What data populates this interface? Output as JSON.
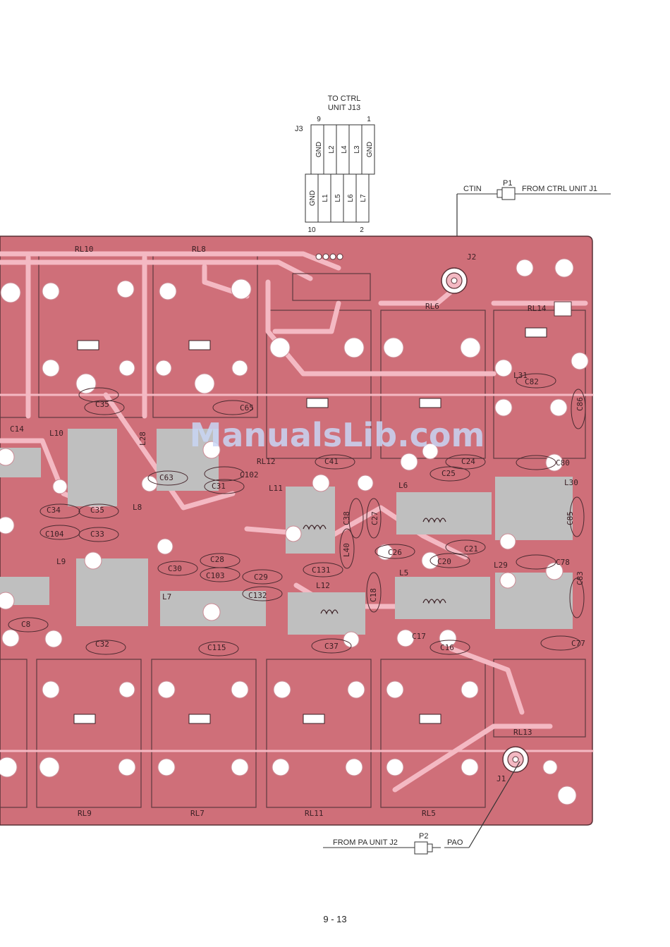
{
  "connector_j3": {
    "heading_line1": "TO CTRL",
    "heading_line2": "UNIT J13",
    "ref": "J3",
    "pin_top_left": "9",
    "pin_top_right": "1",
    "pin_bottom_left": "10",
    "pin_bottom_right": "2",
    "top_row": [
      "GND",
      "L2",
      "L4",
      "L3",
      "GND"
    ],
    "bottom_row": [
      "GND",
      "L1",
      "L5",
      "L6",
      "L7"
    ]
  },
  "connector_p1": {
    "net": "CTIN",
    "ref": "P1",
    "desc": "FROM CTRL UNIT J1"
  },
  "connector_p2": {
    "net": "PAO",
    "ref": "P2",
    "desc": "FROM PA UNIT J2"
  },
  "board_labels": {
    "j2": "J2",
    "j1": "J1",
    "relays": {
      "rl10": "RL10",
      "rl8": "RL8",
      "rl6": "RL6",
      "rl14": "RL14",
      "rl12": "RL12",
      "rl13": "RL13",
      "rl9": "RL9",
      "rl7": "RL7",
      "rl11": "RL11",
      "rl5": "RL5"
    },
    "inductors": {
      "l10": "L10",
      "l28": "L28",
      "l8": "L8",
      "l9": "L9",
      "l7": "L7",
      "l11": "L11",
      "l12": "L12",
      "l6": "L6",
      "l5": "L5",
      "l30": "L30",
      "l29": "L29",
      "l31": "L31",
      "l40": "L40"
    },
    "capacitors": {
      "c14": "C14",
      "c35": "C35",
      "c65": "C65",
      "c63": "C63",
      "c102": "C102",
      "c31": "C31",
      "c34": "C34",
      "c104": "C104",
      "c33": "C33",
      "c30": "C30",
      "c28": "C28",
      "c103": "C103",
      "c29": "C29",
      "c131": "C131",
      "c132": "C132",
      "c38": "C38",
      "c27": "C27",
      "c41": "C41",
      "c25": "C25",
      "c24": "C24",
      "c21": "C21",
      "c20": "C20",
      "c18": "C18",
      "c17": "C17",
      "c16": "C16",
      "c37": "C37",
      "c115": "C115",
      "c32": "C32",
      "c8": "C8",
      "c82": "C82",
      "c86": "C86",
      "c80": "C80",
      "c85": "C85",
      "c78": "C78",
      "c83": "C83",
      "c77": "C77",
      "c26": "C26"
    }
  },
  "watermark": "ManualsLib.com",
  "page_number": "9 - 13",
  "colors": {
    "board": "#cf6f79",
    "trace_light": "#f4b9c3",
    "pad": "#ffffff",
    "component": "#bfbfbf"
  }
}
